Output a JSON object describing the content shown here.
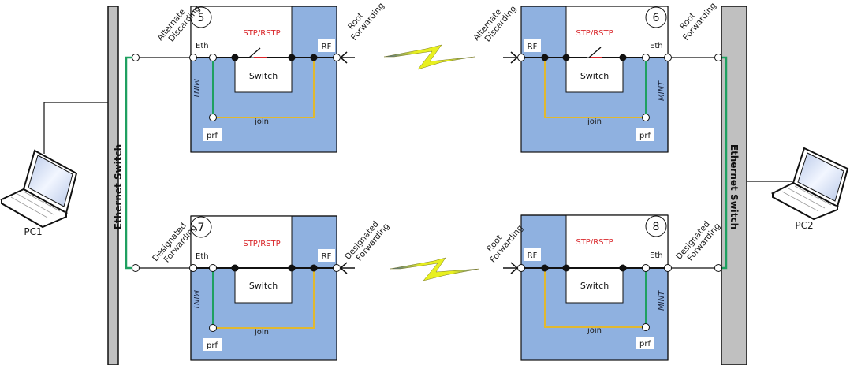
{
  "title": "STP/RSTP with MINT redundant links",
  "colors": {
    "unit_bg": "#8fb1e0",
    "switch_bar": "#c0c0c0",
    "mint_green": "#1fa060",
    "join_yellow": "#e0b830",
    "stp_red": "#d9262a",
    "lightning": "#e8f020"
  },
  "ethernet_switches": {
    "left": {
      "label": "Ethernet Switch"
    },
    "right": {
      "label": "Ethernet Switch"
    }
  },
  "pcs": {
    "left": {
      "label": "PC1"
    },
    "right": {
      "label": "PC2"
    }
  },
  "units": [
    {
      "id": "5",
      "stp_label": "STP/RSTP",
      "switch_label": "Switch",
      "eth_label": "Eth",
      "rf_label": "RF",
      "mint_label": "MINT",
      "prf_label": "prf",
      "join_label": "join",
      "blocked": true
    },
    {
      "id": "6",
      "stp_label": "STP/RSTP",
      "switch_label": "Switch",
      "eth_label": "Eth",
      "rf_label": "RF",
      "mint_label": "MINT",
      "prf_label": "prf",
      "join_label": "join",
      "blocked": true
    },
    {
      "id": "7",
      "stp_label": "STP/RSTP",
      "switch_label": "Switch",
      "eth_label": "Eth",
      "rf_label": "RF",
      "mint_label": "MINT",
      "prf_label": "prf",
      "join_label": "join",
      "blocked": false
    },
    {
      "id": "8",
      "stp_label": "STP/RSTP",
      "switch_label": "Switch",
      "eth_label": "Eth",
      "rf_label": "RF",
      "mint_label": "MINT",
      "prf_label": "prf",
      "join_label": "join",
      "blocked": false
    }
  ],
  "port_roles": {
    "u5_eth": [
      "Alternate",
      "Discarding"
    ],
    "u5_rf": [
      "Root",
      "Forwarding"
    ],
    "u6_rf": [
      "Alternate",
      "Discarding"
    ],
    "u6_eth": [
      "Root",
      "Forwarding"
    ],
    "u7_eth": [
      "Designated",
      "Forwarding"
    ],
    "u7_rf": [
      "Designated",
      "Forwarding"
    ],
    "u8_rf": [
      "Root",
      "Forwarding"
    ],
    "u8_eth": [
      "Designated",
      "Forwarding"
    ]
  }
}
